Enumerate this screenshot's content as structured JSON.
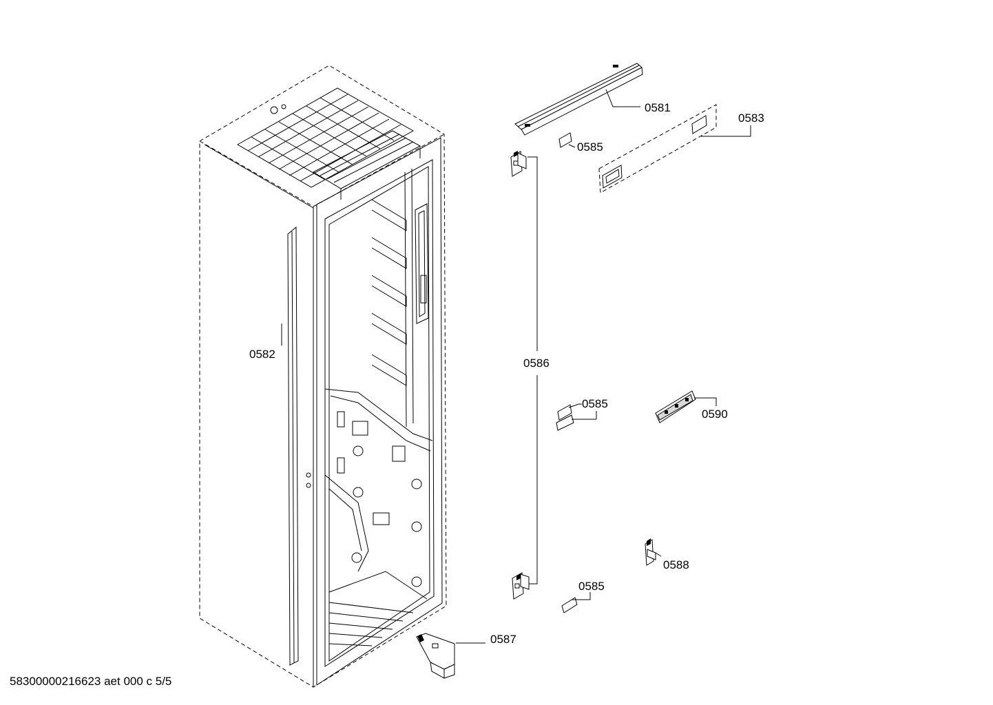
{
  "footer_text": "58300000216623 aet 000 c 5/5",
  "callouts": {
    "c0581": "0581",
    "c0582": "0582",
    "c0583": "0583",
    "c0585a": "0585",
    "c0585b": "0585",
    "c0585c": "0585",
    "c0586": "0586",
    "c0587": "0587",
    "c0588": "0588",
    "c0590": "0590"
  }
}
